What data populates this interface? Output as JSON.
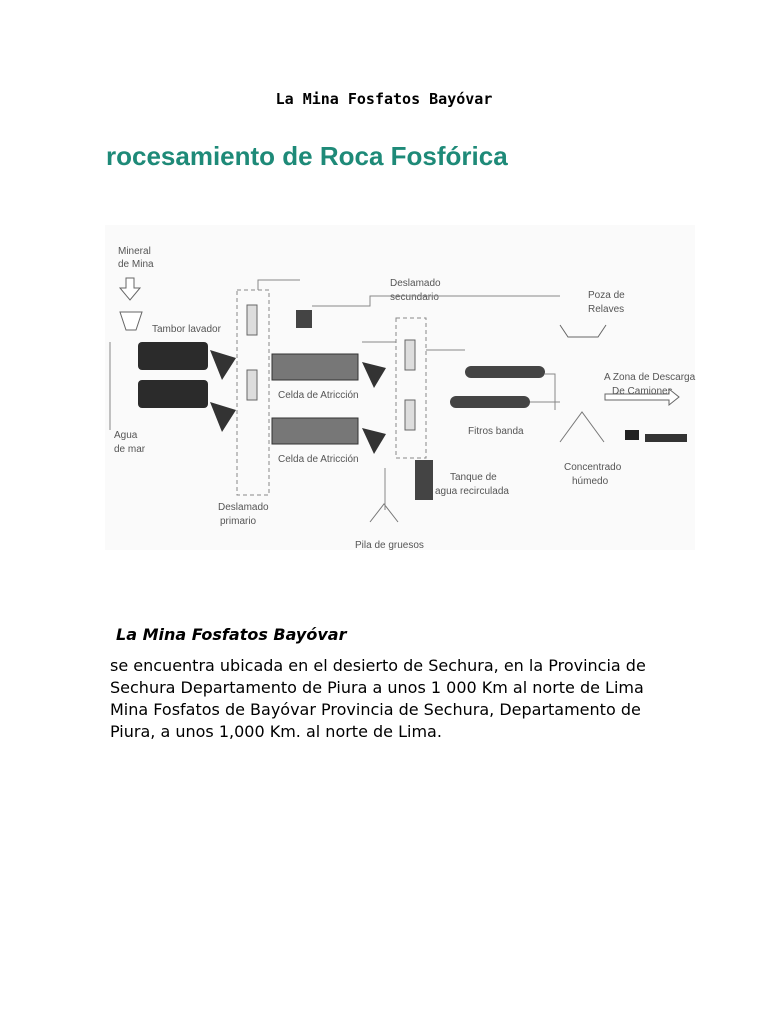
{
  "document": {
    "title": "La Mina Fosfatos Bayóvar",
    "subtitle": "La Mina Fosfatos Bayóvar",
    "body": " se encuentra ubicada en el desierto de Sechura, en la Provincia de Sechura Departamento de Piura a unos 1 000 Km al norte de Lima Mina Fosfatos de Bayóvar Provincia de Sechura, Departamento de Piura, a unos 1,000 Km. al norte de Lima."
  },
  "figure": {
    "heading": "rocesamiento de Roca Fosfórica",
    "labels": {
      "mineral_l1": "Mineral",
      "mineral_l2": "de Mina",
      "tambor": "Tambor lavador",
      "agua_l1": "Agua",
      "agua_l2": "de mar",
      "deslamado_sec_l1": "Deslamado",
      "deslamado_sec_l2": "secundario",
      "poza_l1": "Poza de",
      "poza_l2": "Relaves",
      "celda1": "Celda de Atricción",
      "celda2": "Celda de Atricción",
      "zona_l1": "A Zona de Descarga",
      "zona_l2": "De Camiones",
      "filtros": "Fitros banda",
      "tanque_l1": "Tanque de",
      "tanque_l2": "agua recirculada",
      "concentrado_l1": "Concentrado",
      "concentrado_l2": "húmedo",
      "deslamado_pri_l1": "Deslamado",
      "deslamado_pri_l2": "primario",
      "pila": "Pila de gruesos"
    },
    "colors": {
      "heading": "#1e8a78",
      "equipment": "#333333",
      "lines": "#888888",
      "background": "#fafafa"
    }
  }
}
